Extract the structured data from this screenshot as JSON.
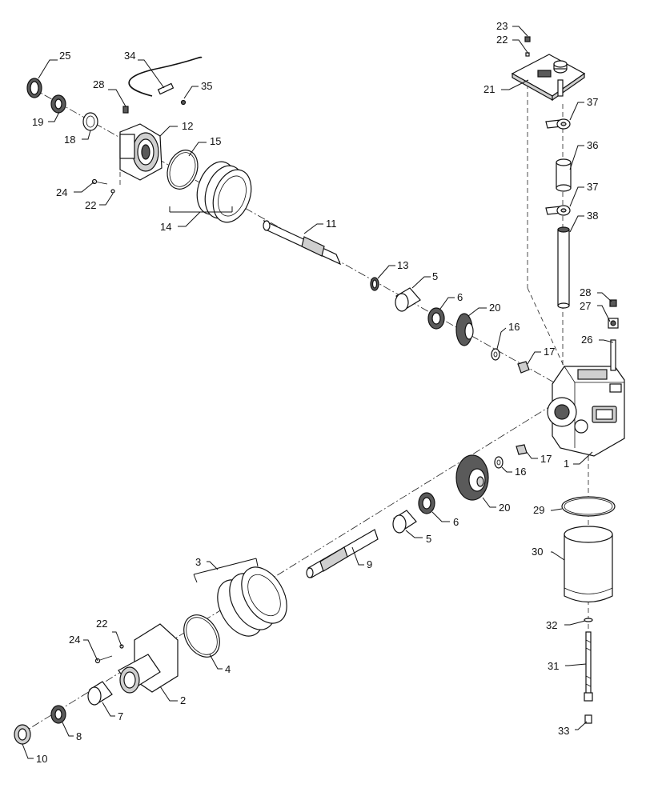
{
  "callouts": {
    "n1": "1",
    "n2": "2",
    "n3": "3",
    "n4": "4",
    "n5a": "5",
    "n5b": "5",
    "n6a": "6",
    "n6b": "6",
    "n7": "7",
    "n8": "8",
    "n9": "9",
    "n10": "10",
    "n11": "11",
    "n12": "12",
    "n13": "13",
    "n14": "14",
    "n15": "15",
    "n16a": "16",
    "n16b": "16",
    "n17a": "17",
    "n17b": "17",
    "n18": "18",
    "n19": "19",
    "n20a": "20",
    "n20b": "20",
    "n21": "21",
    "n22a": "22",
    "n22b": "22",
    "n22c": "22",
    "n23": "23",
    "n24a": "24",
    "n24b": "24",
    "n25": "25",
    "n26": "26",
    "n27": "27",
    "n28a": "28",
    "n28b": "28",
    "n29": "29",
    "n30": "30",
    "n31": "31",
    "n32": "32",
    "n33": "33",
    "n34": "34",
    "n35": "35",
    "n36": "36",
    "n37a": "37",
    "n37b": "37",
    "n38": "38"
  }
}
